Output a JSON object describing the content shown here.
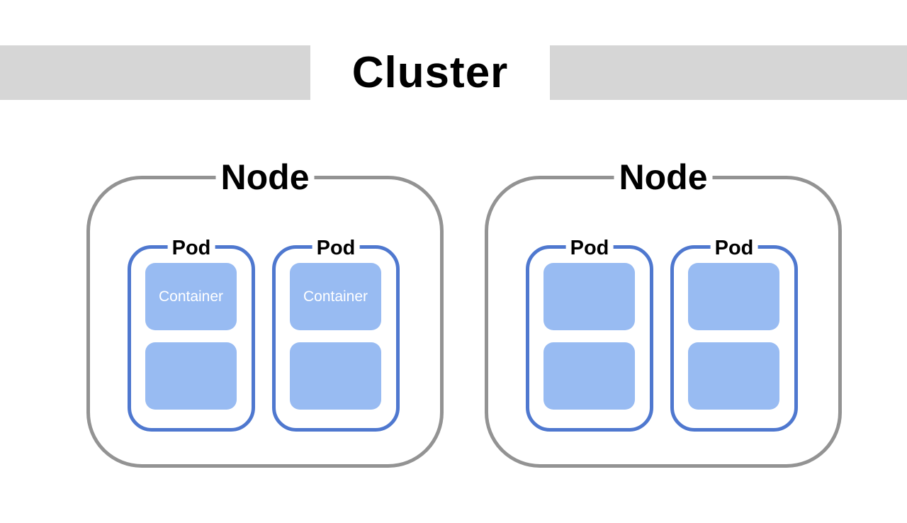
{
  "cluster": {
    "title": "Cluster"
  },
  "nodes": [
    {
      "label": "Node",
      "pods": [
        {
          "label": "Pod",
          "containers": [
            "Container",
            ""
          ]
        },
        {
          "label": "Pod",
          "containers": [
            "Container",
            ""
          ]
        }
      ]
    },
    {
      "label": "Node",
      "pods": [
        {
          "label": "Pod",
          "containers": [
            "",
            ""
          ]
        },
        {
          "label": "Pod",
          "containers": [
            "",
            ""
          ]
        }
      ]
    }
  ],
  "colors": {
    "banner": "#d6d6d6",
    "node_border": "#939393",
    "pod_border": "#4f78cf",
    "container_fill": "#98bbf2"
  }
}
